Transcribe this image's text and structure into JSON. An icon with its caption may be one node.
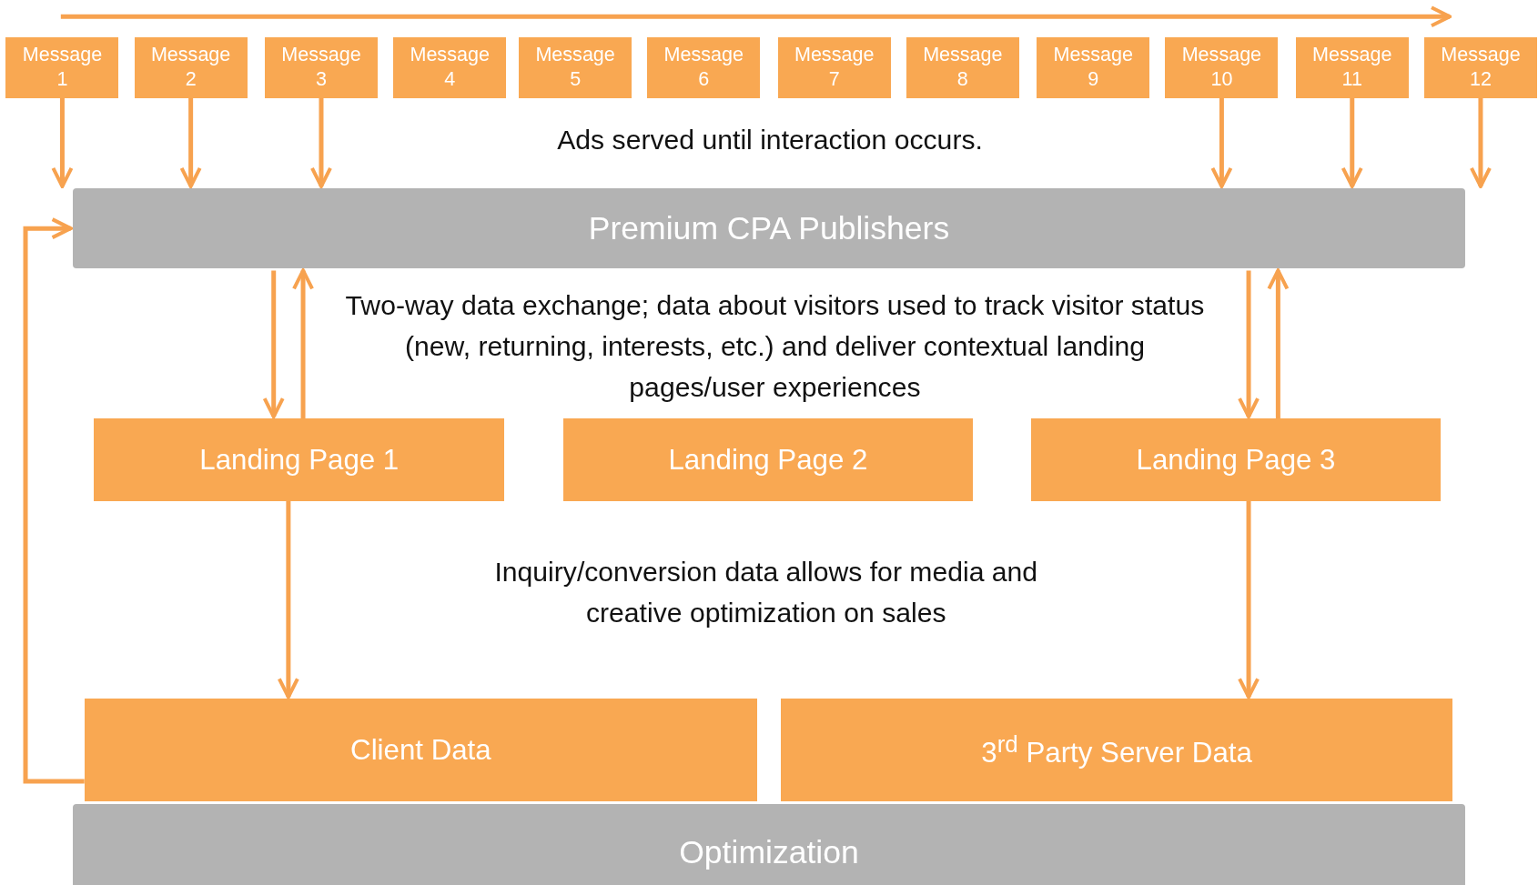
{
  "diagram": {
    "nodes": [
      {
        "text": [
          "Message 1"
        ]
      },
      {
        "text": [
          "Message 2"
        ]
      },
      {
        "text": [
          "Message 3"
        ]
      },
      {
        "text": [
          "Message 4"
        ]
      },
      {
        "text": [
          "Message 5"
        ]
      },
      {
        "text": [
          "Message 6"
        ]
      },
      {
        "text": [
          "Message 7"
        ]
      },
      {
        "text": [
          "Message 8"
        ]
      },
      {
        "text": [
          "Message 9"
        ]
      },
      {
        "text": [
          "Message 10"
        ]
      },
      {
        "text": [
          "Message 11"
        ]
      },
      {
        "text": [
          "Message 12"
        ]
      },
      {
        "text": [
          "Premium CPA Publishers"
        ]
      },
      {
        "text": [
          "Landing Page 1"
        ]
      },
      {
        "text": [
          "Landing Page 2"
        ]
      },
      {
        "text": [
          "Landing Page 3"
        ]
      },
      {
        "text": [
          "Client Data"
        ]
      },
      {
        "text": [
          "3$^{rd}$ Party Server Data"
        ]
      },
      {
        "text": [
          "Optimization"
        ]
      }
    ],
    "edges": [
      {
        "from": 0,
        "to": 12,
        "arrow": "to"
      },
      {
        "from": 1,
        "to": 12,
        "arrow": "to"
      },
      {
        "from": 2,
        "to": 12,
        "arrow": "to"
      },
      {
        "from": 9,
        "to": 12,
        "arrow": "to"
      },
      {
        "from": 10,
        "to": 12,
        "arrow": "to"
      },
      {
        "from": 11,
        "to": 12,
        "arrow": "to"
      },
      {
        "from": 12,
        "to": 13,
        "arrow": "to"
      },
      {
        "from": 13,
        "to": 12,
        "arrow": "to"
      },
      {
        "from": 12,
        "to": 15,
        "arrow": "to"
      },
      {
        "from": 15,
        "to": 12,
        "arrow": "to"
      },
      {
        "from": 13,
        "to": 16,
        "arrow": "to"
      },
      {
        "from": 15,
        "to": 17,
        "arrow": "to"
      },
      {
        "from": 16,
        "to": 12,
        "arrow": "to"
      }
    ],
    "labels": [
      "Ads served until interaction occurs.",
      "Two-way data exchange; data about visitors used to track visitor status (new, returning, interests, etc.) and deliver contextual landing pages/user experiences",
      "Inquiry/conversion data allows for media and creative optimization on sales"
    ]
  }
}
